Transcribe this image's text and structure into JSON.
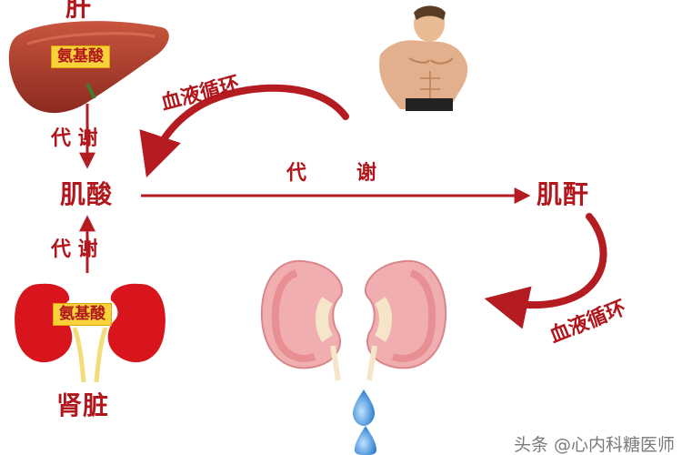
{
  "labels": {
    "liver": "肝",
    "amino_acid_liver": "氨基酸",
    "creatine": "肌酸",
    "creatinine": "肌酐",
    "kidney": "肾脏",
    "amino_acid_kidney": "氨基酸",
    "metabolism_top": "代 谢",
    "metabolism_bottom": "代 谢",
    "metabolism_middle_1": "代",
    "metabolism_middle_2": "谢",
    "circulation_top": "血液循环",
    "circulation_right": "血液循环"
  },
  "watermark": "头条 @心内科糖医师",
  "colors": {
    "label": "#b0161b",
    "arrow": "#b51c22",
    "liver": "#a8382a",
    "kidney": "#d8141c",
    "tag": "#f7d23a",
    "kidney_section": "#f1aeb0",
    "drop": "#3d8fd8"
  }
}
